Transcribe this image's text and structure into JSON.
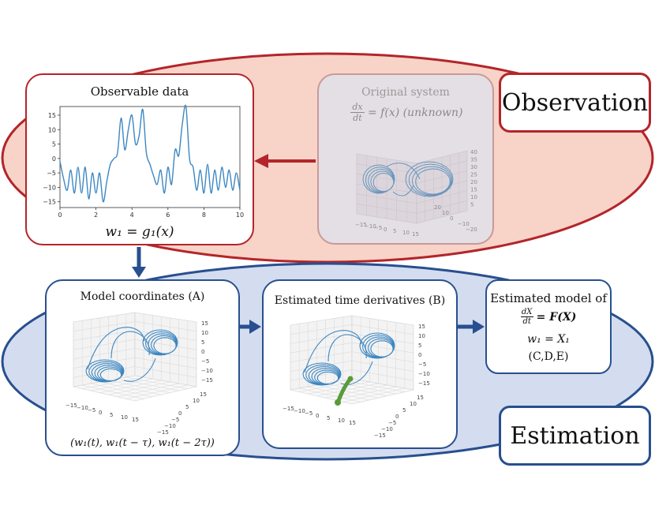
{
  "observation": {
    "label": "Observation",
    "observable_panel": {
      "title": "Observable data",
      "formula": "w₁ = g₁(x)",
      "x_ticks": [
        "0",
        "2",
        "4",
        "6",
        "8",
        "10"
      ],
      "y_ticks": [
        "15",
        "10",
        "5",
        "0",
        "−5",
        "−10",
        "−15"
      ]
    },
    "original_panel": {
      "title": "Original system",
      "formula_lhs_num": "dx",
      "formula_lhs_den": "dt",
      "formula_rhs": "= f(x) (unknown)",
      "z_ticks": [
        "40",
        "35",
        "30",
        "25",
        "20",
        "15",
        "10",
        "5"
      ],
      "x_ticks": [
        "−15",
        "−10",
        "−5",
        "0",
        "5",
        "10",
        "15"
      ],
      "y_ticks": [
        "20",
        "10",
        "0",
        "−10",
        "−20"
      ]
    }
  },
  "estimation": {
    "label": "Estimation",
    "model_coords_panel": {
      "title": "Model coordinates (A)",
      "caption": "(w₁(t), w₁(t − τ), w₁(t − 2τ))",
      "z_ticks": [
        "15",
        "10",
        "5",
        "0",
        "−5",
        "−10",
        "−15"
      ],
      "x_ticks": [
        "−15",
        "−10",
        "−5",
        "0",
        "5",
        "10",
        "15"
      ],
      "y_ticks": [
        "15",
        "10",
        "5",
        "0",
        "−5",
        "−10",
        "−15"
      ]
    },
    "derivatives_panel": {
      "title": "Estimated time derivatives (B)",
      "z_ticks": [
        "15",
        "10",
        "5",
        "0",
        "−5",
        "−10",
        "−15"
      ],
      "x_ticks": [
        "−15",
        "−10",
        "−5",
        "0",
        "5",
        "10",
        "15"
      ],
      "y_ticks": [
        "15",
        "10",
        "5",
        "0",
        "−5",
        "−10",
        "−15"
      ]
    },
    "model_panel": {
      "title": "Estimated model of",
      "eq_num": "dX",
      "eq_den": "dt",
      "eq_rhs": "= F(X)",
      "eq2": "w₁ = X₁",
      "refs": "(C,D,E)"
    }
  },
  "colors": {
    "observation_fill": "#f7d3c8",
    "observation_border": "#b3252a",
    "estimation_fill": "#d3ddef",
    "estimation_border": "#284f8f",
    "trajectory": "#3d87c2",
    "derivative_marker": "#5a9a3a"
  },
  "chart_data": {
    "type": "line",
    "x": [
      0,
      0.2,
      0.4,
      0.6,
      0.8,
      1.0,
      1.2,
      1.4,
      1.6,
      1.8,
      2.0,
      2.2,
      2.4,
      2.6,
      2.8,
      3.0,
      3.2,
      3.4,
      3.6,
      3.8,
      4.0,
      4.2,
      4.4,
      4.6,
      4.8,
      5.0,
      5.2,
      5.4,
      5.6,
      5.8,
      6.0,
      6.2,
      6.4,
      6.6,
      6.8,
      7.0,
      7.2,
      7.4,
      7.6,
      7.8,
      8.0,
      8.2,
      8.4,
      8.6,
      8.8,
      9.0,
      9.2,
      9.4,
      9.6,
      9.8,
      10.0
    ],
    "y": [
      -1,
      -7,
      -11,
      -4,
      -12,
      -3,
      -12,
      -3,
      -14,
      -5,
      -12,
      -5,
      -15,
      -8,
      -2,
      0,
      2,
      14,
      3,
      10,
      15,
      5,
      8,
      17,
      2,
      -2,
      -6,
      -9,
      -4,
      -12,
      -3,
      -9,
      3,
      1,
      12,
      18,
      0,
      -3,
      -11,
      -4,
      -12,
      -2,
      -12,
      -4,
      -11,
      -3,
      -10,
      -4,
      -11,
      -5,
      -11
    ],
    "xlim": [
      0,
      10
    ],
    "ylim": [
      -17,
      18
    ],
    "xticks": [
      0,
      2,
      4,
      6,
      8,
      10
    ],
    "yticks": [
      15,
      10,
      5,
      0,
      -5,
      -10,
      -15
    ]
  }
}
